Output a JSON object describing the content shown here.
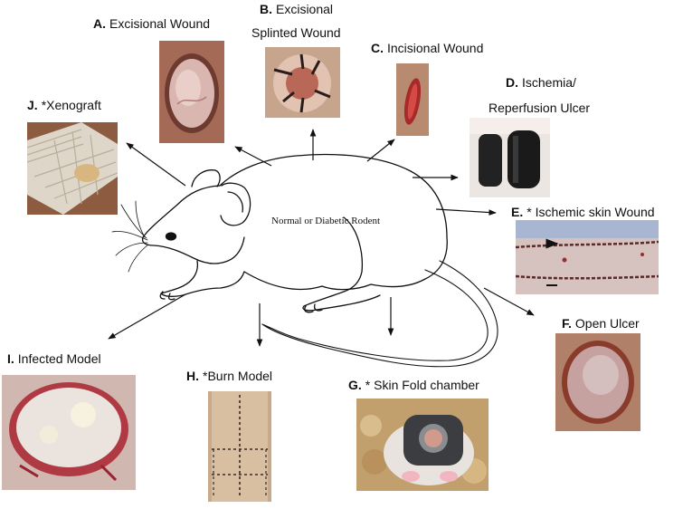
{
  "center_label": "Normal or Diabetic Rodent",
  "models": [
    {
      "letter": "A.",
      "name": "Excisional Wound"
    },
    {
      "letter": "B.",
      "name": "Excisional",
      "name2": "Splinted Wound"
    },
    {
      "letter": "C.",
      "name": "Incisional Wound"
    },
    {
      "letter": "D.",
      "name": "Ischemia/",
      "name2": "Reperfusion Ulcer"
    },
    {
      "letter": "E.",
      "name": "* Ischemic skin Wound"
    },
    {
      "letter": "F.",
      "name": "Open Ulcer"
    },
    {
      "letter": "G.",
      "name": "* Skin Fold chamber"
    },
    {
      "letter": "H.",
      "name": "*Burn Model"
    },
    {
      "letter": "I.",
      "name": "Infected Model"
    },
    {
      "letter": "J.",
      "name": "*Xenograft"
    }
  ]
}
